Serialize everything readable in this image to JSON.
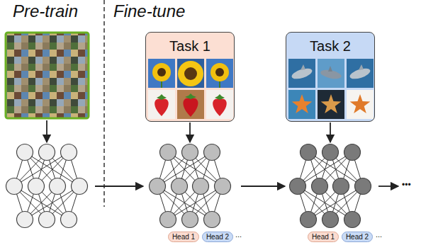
{
  "diagram": {
    "nodes": [
      {
        "text": [
          "Task 1"
        ]
      },
      {
        "text": [
          "Task 2"
        ]
      },
      {
        "text": [
          "Head 1"
        ]
      },
      {
        "text": [
          "Head 2"
        ]
      },
      {
        "text": [
          "Head 1"
        ]
      },
      {
        "text": [
          "Head 2"
        ]
      }
    ],
    "labels": [
      "Pre-train",
      "Fine-tune",
      "...",
      "...",
      "•••"
    ]
  }
}
